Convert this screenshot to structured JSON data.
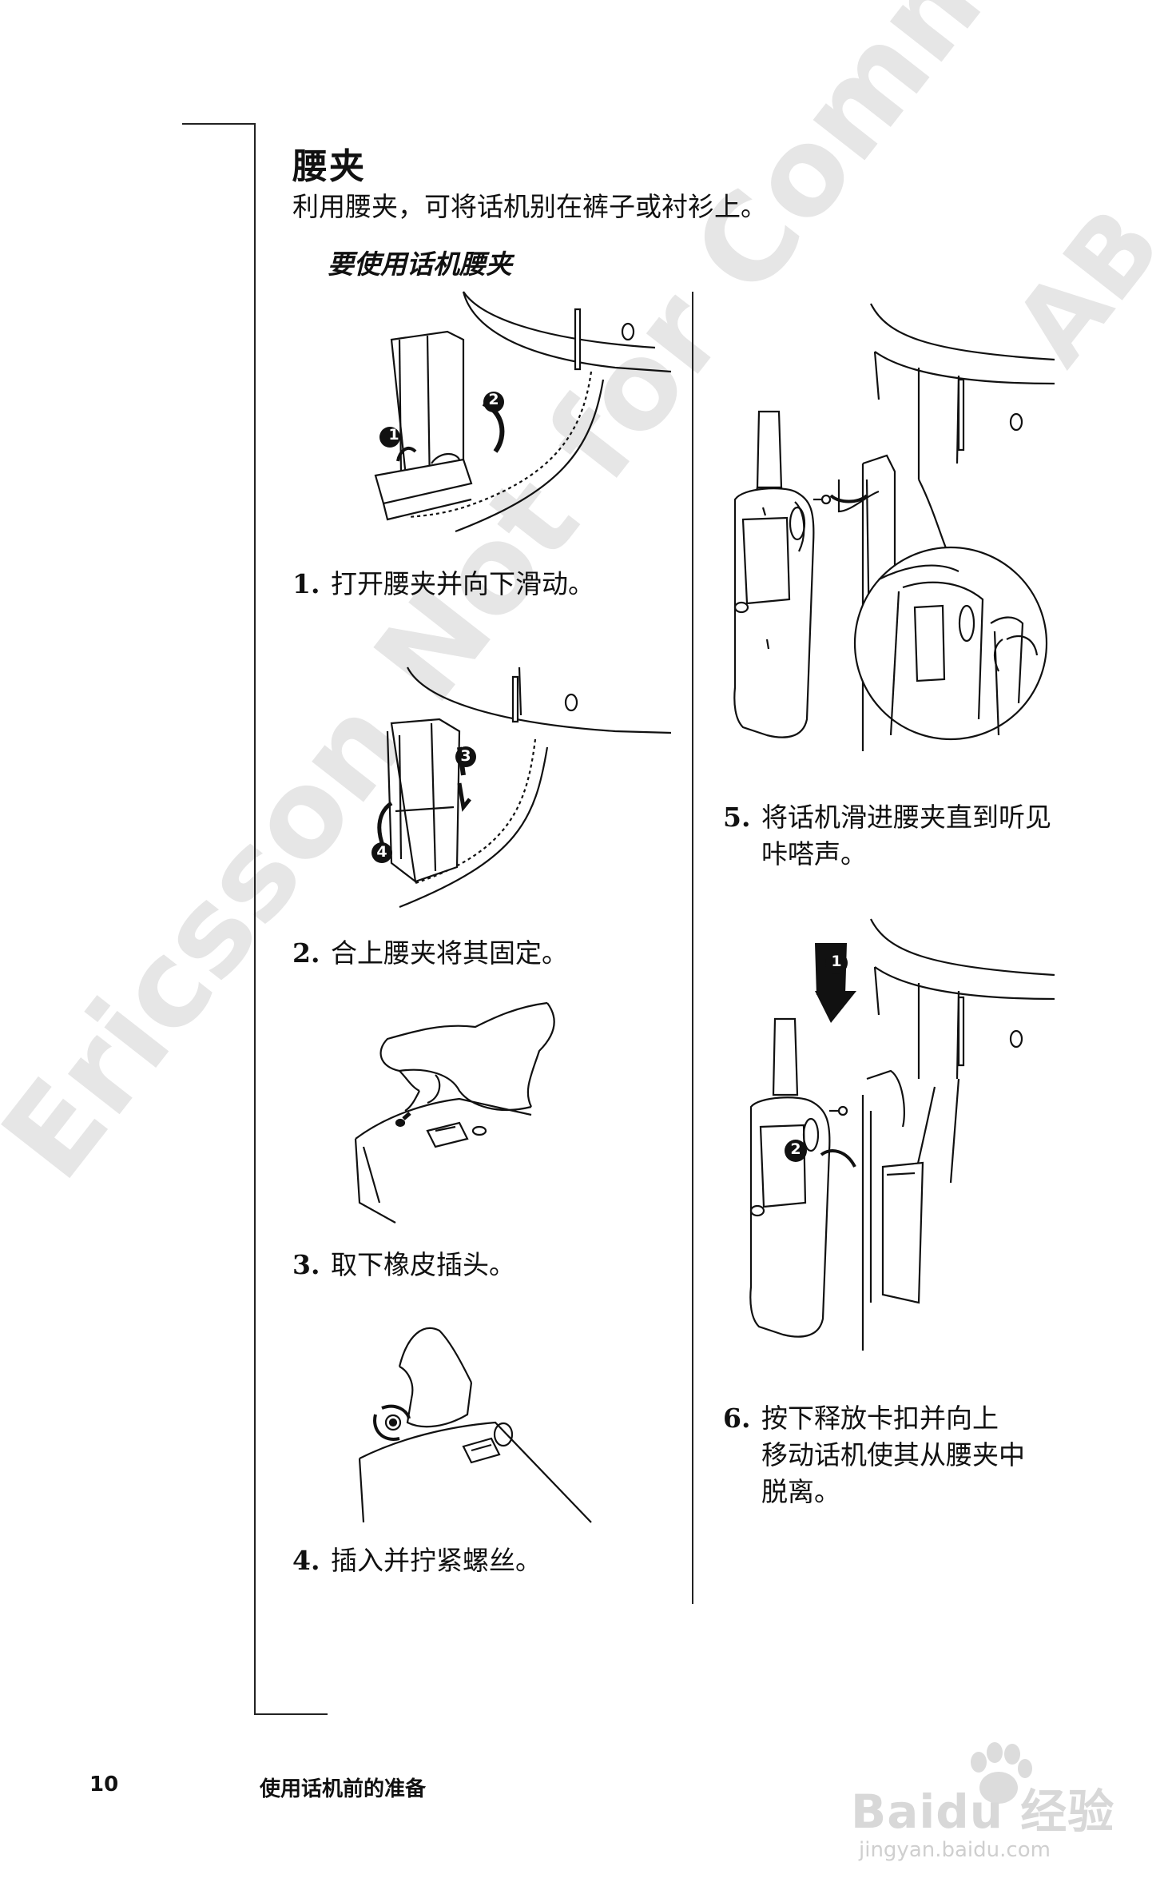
{
  "section": {
    "title": "腰夹",
    "intro": "利用腰夹，可将话机别在裤子或衬衫上。",
    "subheading": "要使用话机腰夹"
  },
  "steps": [
    {
      "number": "1.",
      "text": "打开腰夹并向下滑动。"
    },
    {
      "number": "2.",
      "text": "合上腰夹将其固定。"
    },
    {
      "number": "3.",
      "text": "取下橡皮插头。"
    },
    {
      "number": "4.",
      "text": "插入并拧紧螺丝。"
    },
    {
      "number": "5.",
      "lines": [
        "将话机滑进腰夹直到听见",
        "咔嗒声。"
      ]
    },
    {
      "number": "6.",
      "lines": [
        "按下释放卡扣并向上",
        "移动话机使其从腰夹中",
        "脱离。"
      ]
    }
  ],
  "callouts": [
    "1",
    "2",
    "3",
    "4",
    "1",
    "2"
  ],
  "watermarks": {
    "diagonal": "Ericsson Not for Commercial Use",
    "corner": "AB",
    "logo": "Baidu 经验",
    "url": "jingyan.baidu.com"
  },
  "footer": {
    "page_number": "10",
    "chapter": "使用话机前的准备"
  }
}
